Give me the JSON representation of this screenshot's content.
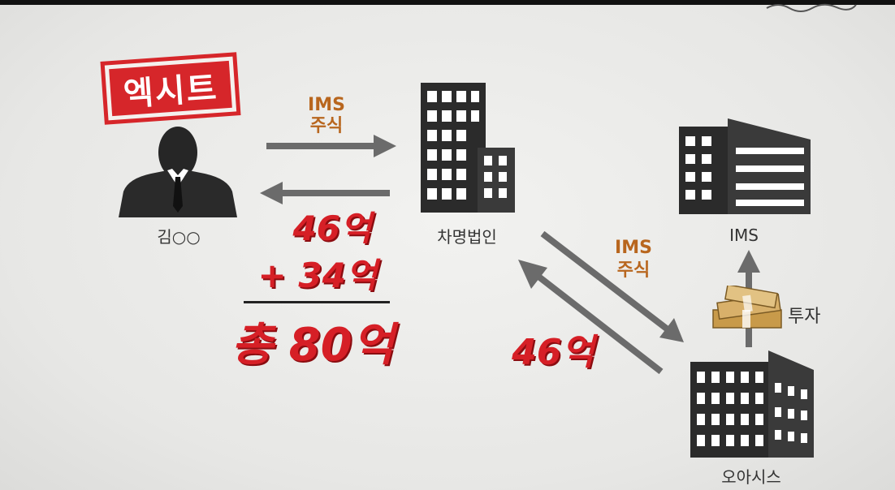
{
  "stamp": {
    "text": "엑시트"
  },
  "person": {
    "label": "김○○"
  },
  "building_center": {
    "label": "차명법인"
  },
  "building_ims": {
    "label": "IMS"
  },
  "building_oasis": {
    "label": "오아시스"
  },
  "arrow_labels": {
    "top_left_line1": "IMS",
    "top_left_line2": "주식",
    "diag_line1": "IMS",
    "diag_line2": "주식",
    "invest": "투자"
  },
  "amounts": {
    "first": "46억",
    "second": "+ 34억",
    "total": "총 80억",
    "oasis_to_center": "46억"
  },
  "colors": {
    "stamp_red": "#d6262a",
    "amount_red": "#d61f26",
    "label_orange": "#b8661e",
    "arrow_gray": "#6b6b6b",
    "building_dark": "#2b2b2b"
  }
}
